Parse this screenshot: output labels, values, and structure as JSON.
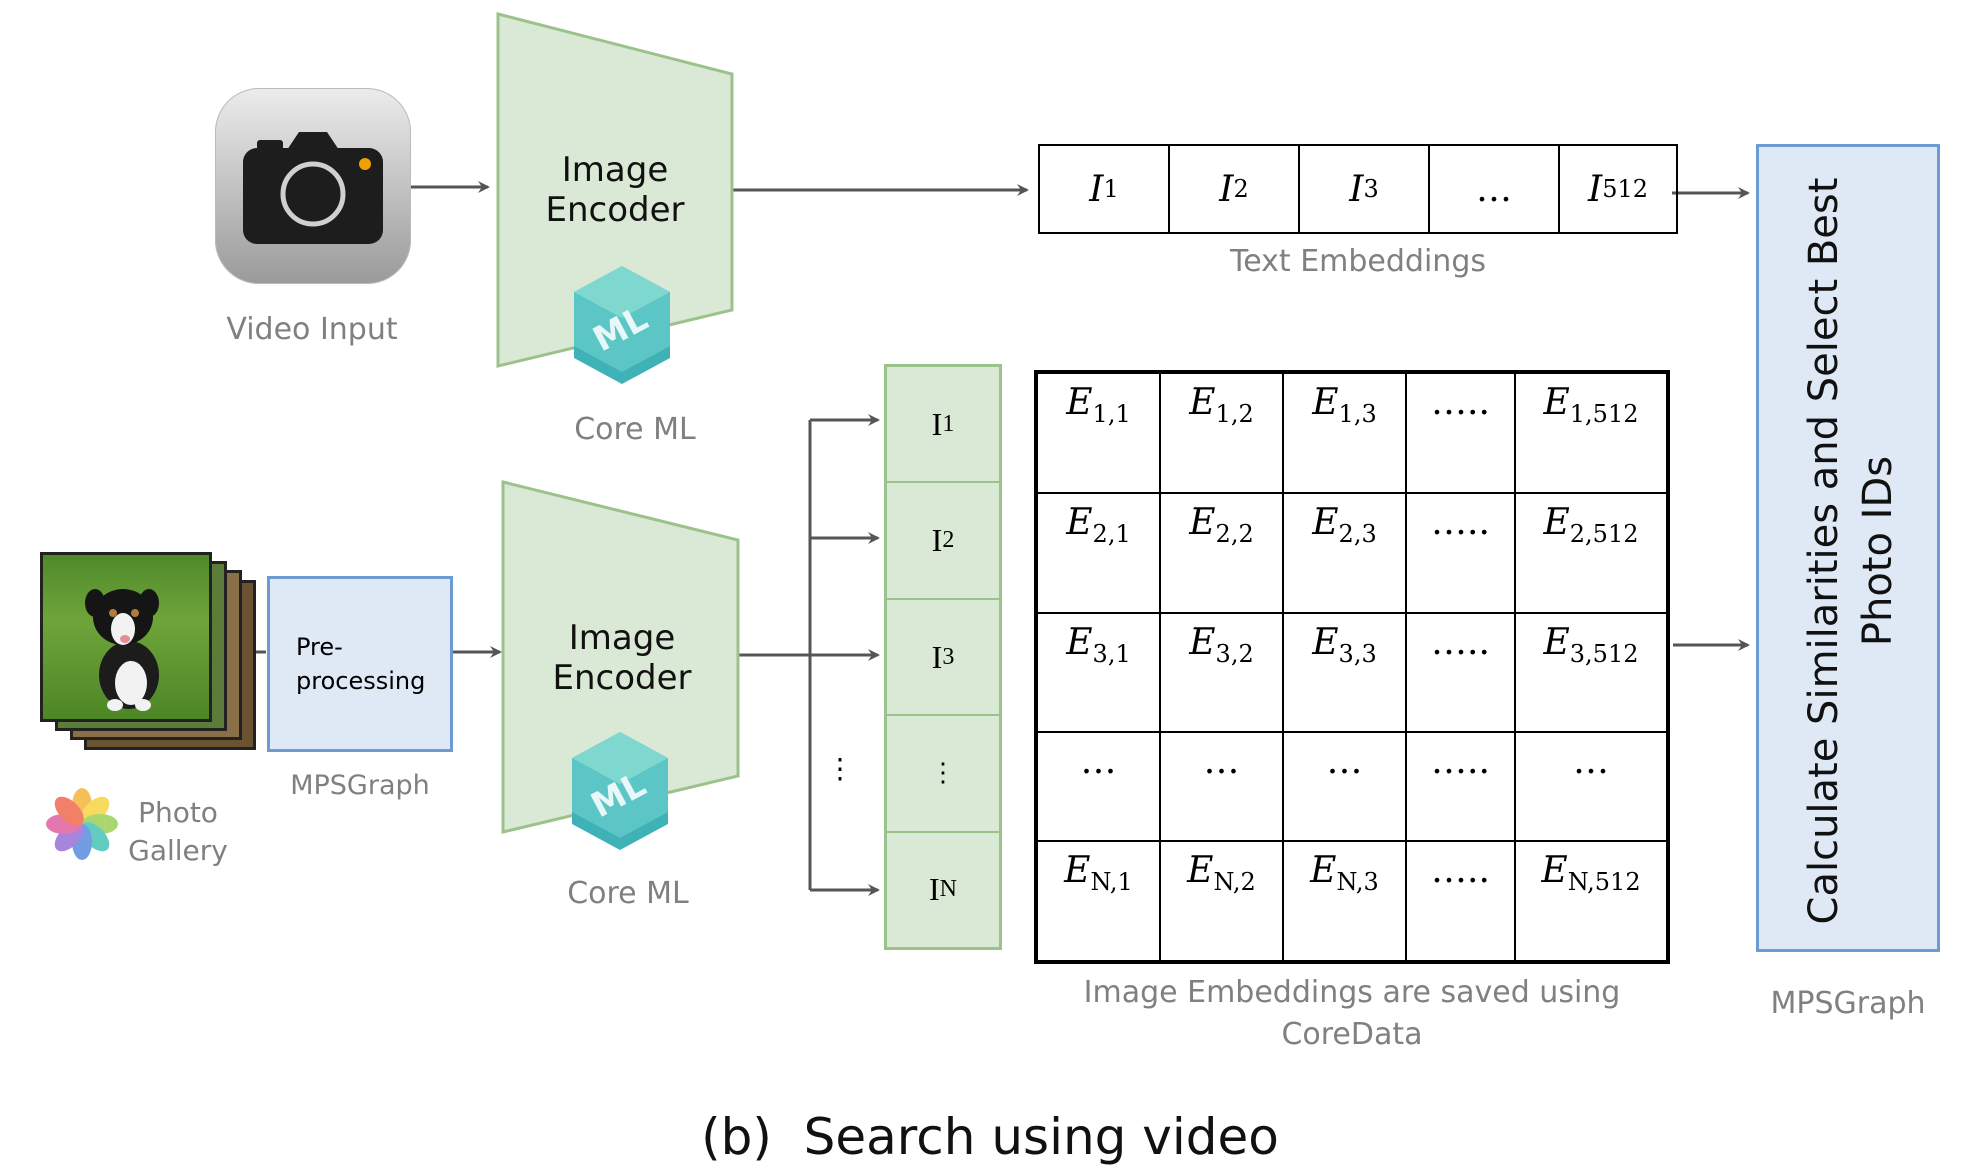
{
  "top": {
    "video_input_label": "Video Input",
    "encoder_label_line1": "Image",
    "encoder_label_line2": "Encoder",
    "coreml_label": "Core ML",
    "text_embeddings": {
      "cells": [
        {
          "base": "I",
          "sub": "1"
        },
        {
          "base": "I",
          "sub": "2"
        },
        {
          "base": "I",
          "sub": "3"
        },
        {
          "base": "…",
          "sub": ""
        },
        {
          "base": "I",
          "sub": "512"
        }
      ],
      "label": "Text Embeddings"
    }
  },
  "bottom": {
    "photo_gallery_line1": "Photo",
    "photo_gallery_line2": "Gallery",
    "preprocessing_line1": "Pre-",
    "preprocessing_line2": "processing",
    "mpsgraph_label": "MPSGraph",
    "encoder_label_line1": "Image",
    "encoder_label_line2": "Encoder",
    "coreml_label": "Core ML",
    "branch_dots": "⋮",
    "vector_cells": [
      {
        "base": "I",
        "sub": "1"
      },
      {
        "base": "I",
        "sub": "2"
      },
      {
        "base": "I",
        "sub": "3"
      },
      {
        "base": "⋮",
        "sub": ""
      },
      {
        "base": "I",
        "sub": "N"
      }
    ],
    "matrix": {
      "rows": [
        [
          {
            "b": "E",
            "s": "1,1"
          },
          {
            "b": "E",
            "s": "1,2"
          },
          {
            "b": "E",
            "s": "1,3"
          },
          {
            "b": "…..",
            "s": ""
          },
          {
            "b": "E",
            "s": "1,512"
          }
        ],
        [
          {
            "b": "E",
            "s": "2,1"
          },
          {
            "b": "E",
            "s": "2,2"
          },
          {
            "b": "E",
            "s": "2,3"
          },
          {
            "b": "…..",
            "s": ""
          },
          {
            "b": "E",
            "s": "2,512"
          }
        ],
        [
          {
            "b": "E",
            "s": "3,1"
          },
          {
            "b": "E",
            "s": "3,2"
          },
          {
            "b": "E",
            "s": "3,3"
          },
          {
            "b": "…..",
            "s": ""
          },
          {
            "b": "E",
            "s": "3,512"
          }
        ],
        [
          {
            "b": "…",
            "s": ""
          },
          {
            "b": "…",
            "s": ""
          },
          {
            "b": "…",
            "s": ""
          },
          {
            "b": "…..",
            "s": ""
          },
          {
            "b": "…",
            "s": ""
          }
        ],
        [
          {
            "b": "E",
            "s": "N,1"
          },
          {
            "b": "E",
            "s": "N,2"
          },
          {
            "b": "E",
            "s": "N,3"
          },
          {
            "b": "…..",
            "s": ""
          },
          {
            "b": "E",
            "s": "N,512"
          }
        ]
      ],
      "label_line1": "Image Embeddings are saved using",
      "label_line2": "CoreData"
    }
  },
  "similarity": {
    "line1": "Calculate Similarities and Select Best",
    "line2": "Photo IDs",
    "label": "MPSGraph"
  },
  "caption": {
    "prefix": "(b)",
    "text": "Search using video"
  },
  "colors": {
    "encoder_fill": "#dae8d6",
    "encoder_stroke": "#9cc28c",
    "blue_fill": "#dfe9f5",
    "blue_stroke": "#6c9bd2",
    "arrow": "#555555"
  }
}
